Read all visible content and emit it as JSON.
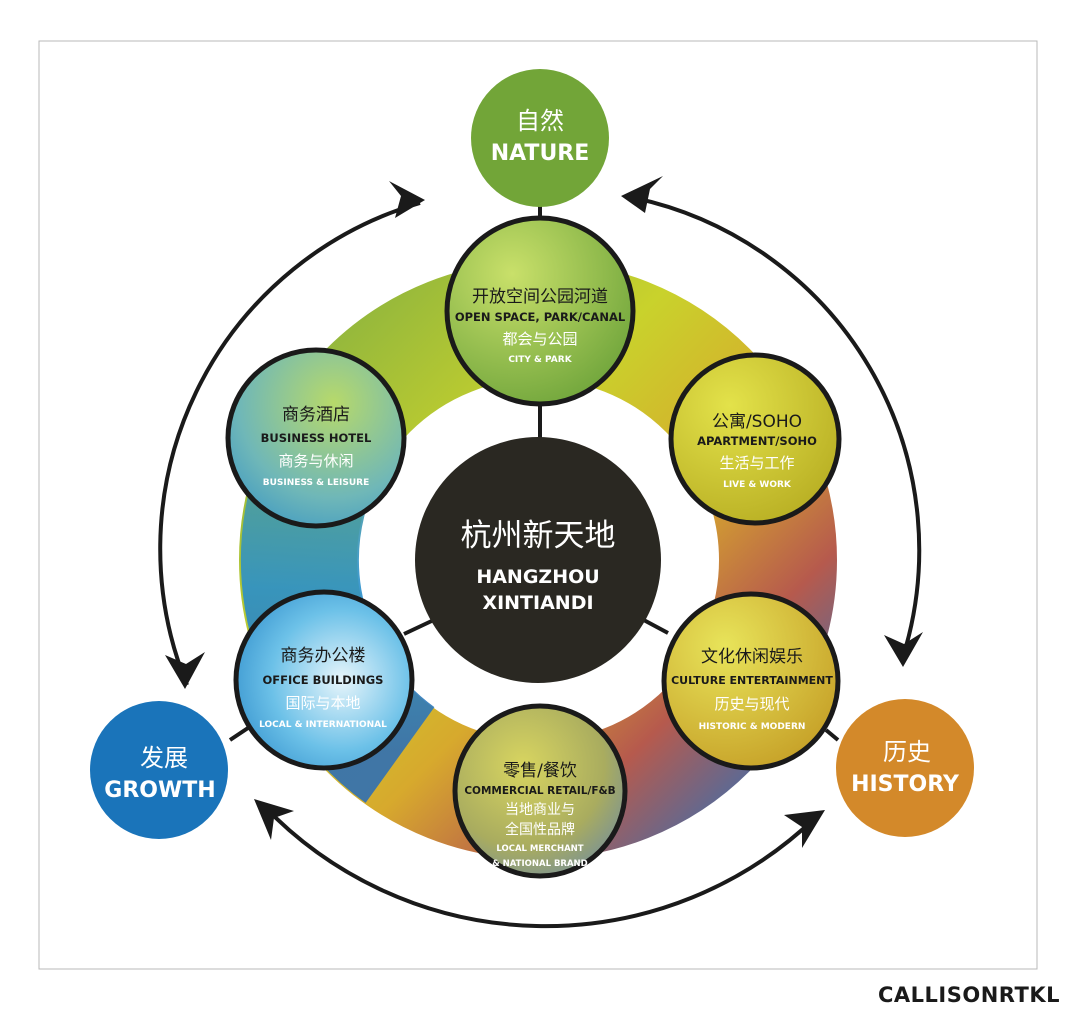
{
  "center": {
    "cn": "杭州新天地",
    "en1": "HANGZHOU",
    "en2": "XINTIANDI"
  },
  "outer_nodes": {
    "nature": {
      "cn": "自然",
      "en": "NATURE",
      "color": "#72a538"
    },
    "growth": {
      "cn": "发展",
      "en": "GROWTH",
      "color": "#1a74ba"
    },
    "history": {
      "cn": "历史",
      "en": "HISTORY",
      "color": "#d3892a"
    }
  },
  "inner_nodes": {
    "open_space": {
      "cn": "开放空间公园河道",
      "en": "OPEN SPACE, PARK/CANAL",
      "sub_cn": "都会与公园",
      "sub_en": "CITY & PARK"
    },
    "apartment": {
      "cn": "公寓/SOHO",
      "en": "APARTMENT/SOHO",
      "sub_cn": "生活与工作",
      "sub_en": "LIVE & WORK"
    },
    "culture": {
      "cn": "文化休闲娱乐",
      "en": "CULTURE ENTERTAINMENT",
      "sub_cn": "历史与现代",
      "sub_en": "HISTORIC & MODERN"
    },
    "retail": {
      "cn": "零售/餐饮",
      "en": "COMMERCIAL RETAIL/F&B",
      "sub_cn1": "当地商业与",
      "sub_cn2": "全国性品牌",
      "sub_en1": "LOCAL MERCHANT",
      "sub_en2": "& NATIONAL BRAND"
    },
    "office": {
      "cn": "商务办公楼",
      "en": "OFFICE BUILDINGS",
      "sub_cn": "国际与本地",
      "sub_en": "LOCAL & INTERNATIONAL"
    },
    "hotel": {
      "cn": "商务酒店",
      "en": "BUSINESS HOTEL",
      "sub_cn": "商务与休闲",
      "sub_en": "BUSINESS & LEISURE"
    }
  },
  "logo": "CALLISONRTKL",
  "colors": {
    "ring_green": "#8bb33f",
    "ring_yellow": "#cdd22c",
    "ring_gold": "#d4a52c",
    "ring_red": "#b85a4e",
    "ring_blue": "#2a8fcb",
    "center_fill": "#2a2822",
    "outline": "#1a1a1a"
  }
}
